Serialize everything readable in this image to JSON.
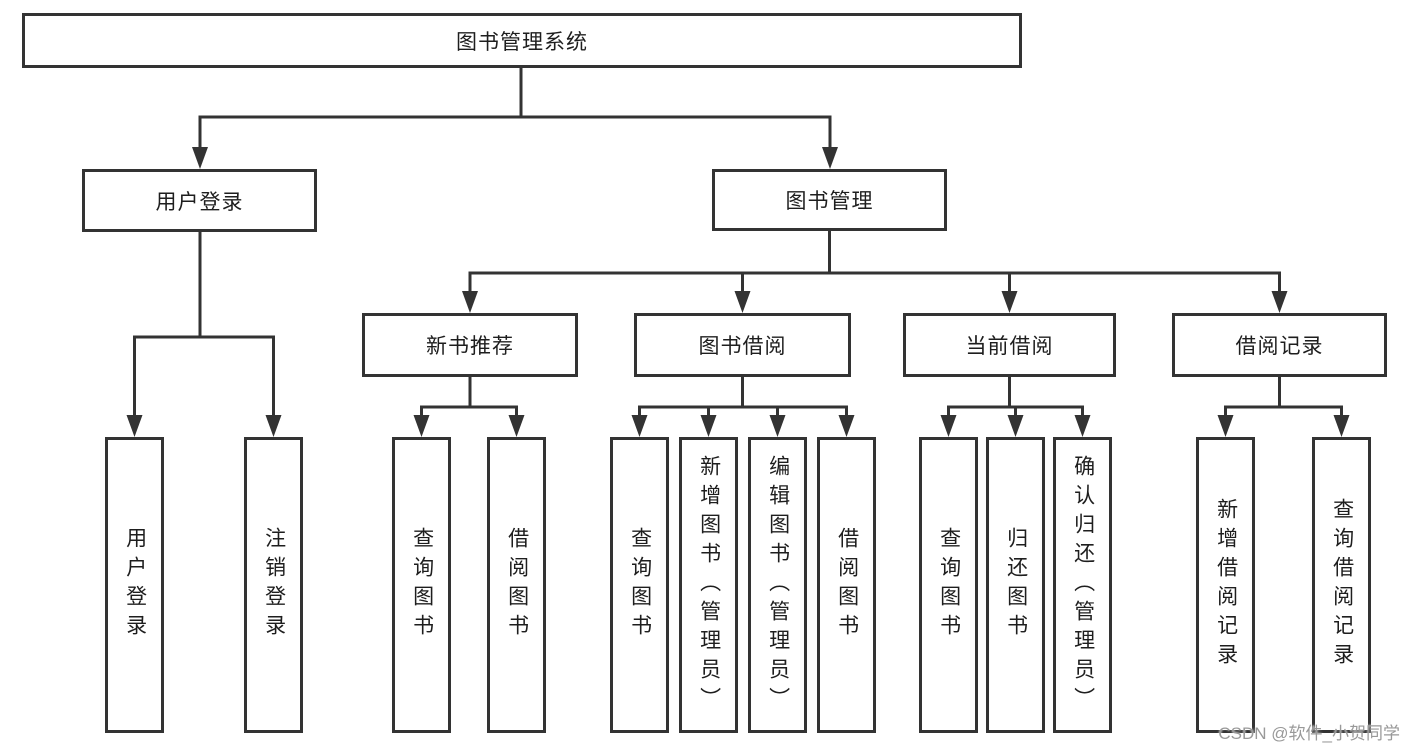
{
  "diagram": {
    "type": "hierarchy-tree",
    "colors": {
      "line": "#333333",
      "text": "#1e1e1e",
      "node_background": "#ffffff",
      "page_background": "#ffffff",
      "watermark": "#999999"
    },
    "root": {
      "label": "图书管理系统"
    },
    "branches": {
      "login": {
        "label": "用户登录",
        "children": [
          {
            "label": "用户登录"
          },
          {
            "label": "注销登录"
          }
        ]
      },
      "management": {
        "label": "图书管理",
        "sections": [
          {
            "label": "新书推荐",
            "children": [
              {
                "label": "查询图书"
              },
              {
                "label": "借阅图书"
              }
            ]
          },
          {
            "label": "图书借阅",
            "children": [
              {
                "label": "查询图书"
              },
              {
                "label": "新增图书（管理员）"
              },
              {
                "label": "编辑图书（管理员）"
              },
              {
                "label": "借阅图书"
              }
            ]
          },
          {
            "label": "当前借阅",
            "children": [
              {
                "label": "查询图书"
              },
              {
                "label": "归还图书"
              },
              {
                "label": "确认归还（管理员）"
              }
            ]
          },
          {
            "label": "借阅记录",
            "children": [
              {
                "label": "新增借阅记录"
              },
              {
                "label": "查询借阅记录"
              }
            ]
          }
        ]
      }
    },
    "watermark": "CSDN @软件_小贺同学"
  }
}
